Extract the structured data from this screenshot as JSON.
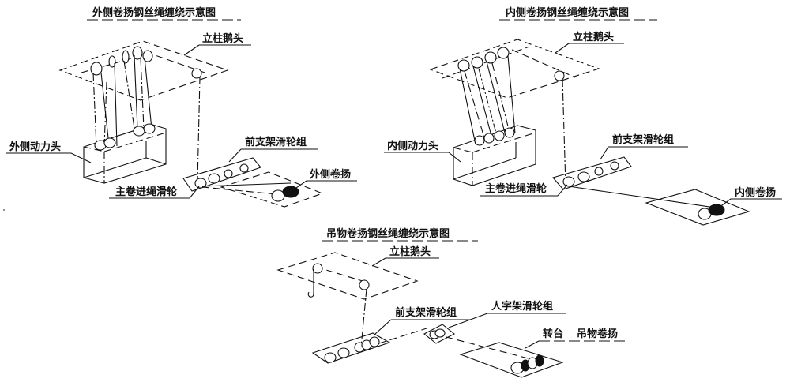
{
  "diagrams": {
    "outer": {
      "title": "外侧卷扬钢丝绳缠绕示意图",
      "labels": {
        "mast_head": "立柱鹅头",
        "power_head": "外侧动力头",
        "front_pulley_group": "前支架滑轮组",
        "main_entry_pulley": "主卷进绳滑轮",
        "winch": "外侧卷扬"
      }
    },
    "inner": {
      "title": "内侧卷扬钢丝绳缠绕示意图",
      "labels": {
        "mast_head": "立柱鹅头",
        "power_head": "内侧动力头",
        "front_pulley_group": "前支架滑轮组",
        "main_entry_pulley": "主卷进绳滑轮",
        "winch": "内侧卷扬"
      }
    },
    "hoist": {
      "title": "吊物卷扬钢丝绳缠绕示意图",
      "labels": {
        "mast_head": "立柱鹅头",
        "front_pulley_group": "前支架滑轮组",
        "a_frame_pulley_group": "人字架滑轮组",
        "turntable": "转台",
        "winch": "吊物卷扬"
      }
    }
  }
}
